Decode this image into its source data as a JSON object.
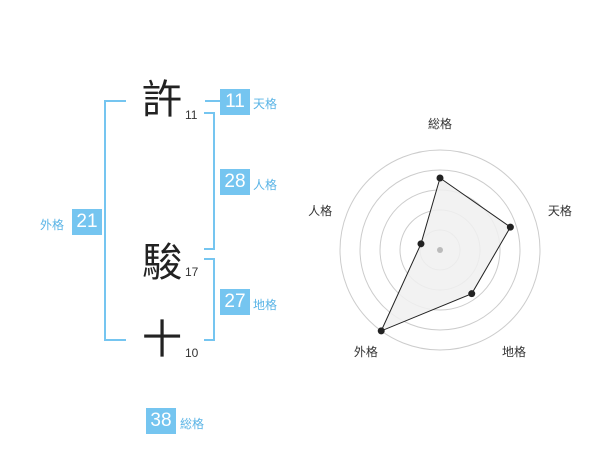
{
  "name": {
    "characters": [
      {
        "char": "許",
        "strokes": "11"
      },
      {
        "char": "駿",
        "strokes": "17"
      },
      {
        "char": "十",
        "strokes": "10"
      }
    ]
  },
  "kaku": {
    "ten": {
      "value": "11",
      "label": "天格"
    },
    "jin": {
      "value": "28",
      "label": "人格"
    },
    "chi": {
      "value": "27",
      "label": "地格"
    },
    "gai": {
      "value": "21",
      "label": "外格"
    },
    "so": {
      "value": "38",
      "label": "総格"
    }
  },
  "colors": {
    "accent": "#75c5f0",
    "accent_text": "#5ab4e6",
    "radar_fill": "#f0f0f0",
    "radar_ring": "#cccccc"
  },
  "chart_data": {
    "type": "radar",
    "axes": [
      "総格",
      "天格",
      "地格",
      "外格",
      "人格"
    ],
    "values": [
      3.6,
      3.7,
      2.7,
      5,
      1
    ],
    "rmax": 5,
    "rings": 5
  }
}
